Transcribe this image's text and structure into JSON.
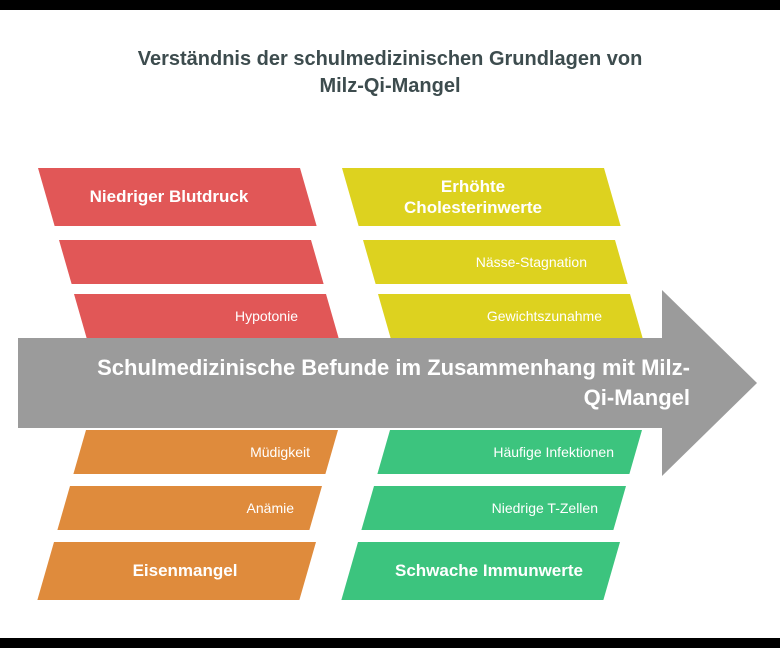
{
  "page": {
    "background_color": "#ffffff",
    "letterbox_color": "#000000"
  },
  "title": {
    "text": "Verständnis der schulmedizinischen Grundlagen von\nMilz-Qi-Mangel",
    "color": "#3d4c4e"
  },
  "arrow": {
    "text": "Schulmedizinische Befunde im Zusammenhang mit Milz-\nQi-Mangel",
    "body_color": "#9b9b9b",
    "text_color": "#ffffff"
  },
  "groups": {
    "top_left": {
      "color": "#e15757",
      "items": [
        "Niedriger Blutdruck",
        "",
        "Hypotonie"
      ]
    },
    "top_right": {
      "color": "#ddd21f",
      "items": [
        "Erhöhte\nCholesterinwerte",
        "Nässe-Stagnation",
        "Gewichtszunahme"
      ]
    },
    "bottom_left": {
      "color": "#df8b3c",
      "items": [
        "Müdigkeit",
        "Anämie",
        "Eisenmangel"
      ]
    },
    "bottom_right": {
      "color": "#3cc47e",
      "items": [
        "Häufige Infektionen",
        "Niedrige T-Zellen",
        "Schwache Immunwerte"
      ]
    }
  }
}
